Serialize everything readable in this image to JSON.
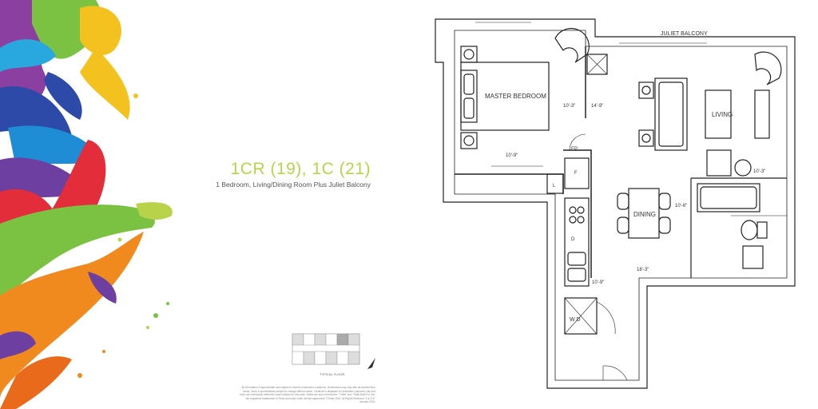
{
  "unit": {
    "title": "1CR (19), 1C (21)",
    "subtitle": "1 Bedroom, Living/Dining Room Plus Juliet Balcony"
  },
  "rooms": {
    "master_bedroom": "MASTER BEDROOM",
    "living": "LIVING",
    "dining": "DINING",
    "juliet_balcony": "JULIET BALCONY",
    "washer_dryer": "W D",
    "fridge": "F",
    "dishwasher": "D",
    "linen": "L",
    "electrical_panel": "EP"
  },
  "dimensions": {
    "bedroom_width": "10'-3\"",
    "bedroom_length": "14'-9\"",
    "bedroom_closet": "10'-9\"",
    "living_width": "10'-3\"",
    "dining_width": "10'-6\"",
    "overall_length": "18'-3\"",
    "kitchen_width": "10'-9\""
  },
  "key_plan": {
    "caption": "TYPICAL FLOOR"
  },
  "disclaimer": "All information is approximate and subject to normal construction variances. Dimensions may vary with as-needed floor areas. Sizes & specifications subject to change without notice. Furniture is displayed for illustration purposes only and does not necessarily reflect the exact lot/plan for this suite. Suites are sold unfurnished. \"Tridel\" and \"Tridel Built For Life\" are registered trademarks of Tridel and used under license agreement. ©Tridel 2015. All Rights Reserved. E.& O.E. January 2015.",
  "colors": {
    "title": "#b8d24a",
    "wall": "#222222"
  }
}
